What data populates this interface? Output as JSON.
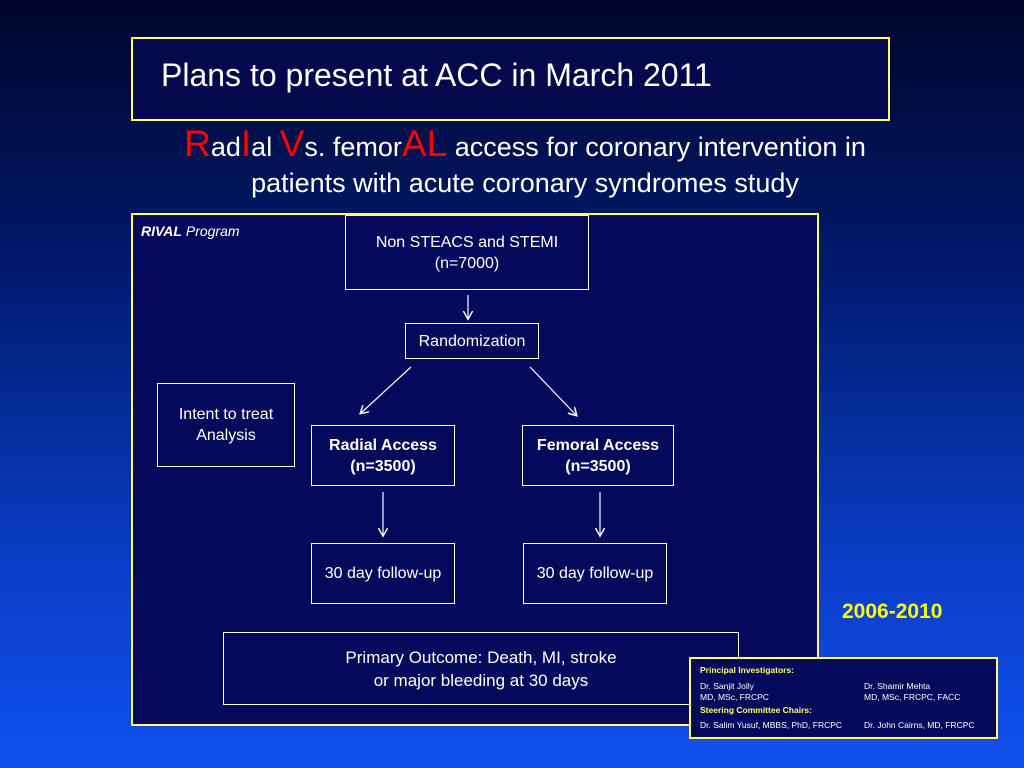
{
  "title": "Plans to present at ACC in March 2011",
  "subtitle": {
    "l1": "R",
    "l2": "ad",
    "l3": "I",
    "l4": "al ",
    "l5": "V",
    "l6": "s. femor",
    "l7": "AL",
    "l8": " access for coronary intervention in",
    "line2": "patients with acute coronary syndromes study"
  },
  "program": {
    "bold": "RIVAL",
    "rest": " Program"
  },
  "flow": {
    "enrollment": "Non STEACS and STEMI\n(n=7000)",
    "randomization": "Randomization",
    "itt": "Intent to treat\nAnalysis",
    "radial": "Radial Access\n(n=3500)",
    "femoral": "Femoral Access\n(n=3500)",
    "radial_followup": "30 day follow-up",
    "femoral_followup": "30 day follow-up",
    "outcome": "Primary Outcome: Death, MI, stroke\nor major bleeding at 30 days"
  },
  "years": "2006-2010",
  "credits": {
    "pi_heading": "Principal Investigators:",
    "pi1_name": "Dr. Sanjit Jolly",
    "pi1_creds": "MD, MSc, FRCPC",
    "pi2_name": "Dr. Shamir Mehta",
    "pi2_creds": "MD, MSc, FRCPC, FACC",
    "sc_heading": "Steering Committee Chairs:",
    "sc1": "Dr. Salim Yusuf, MBBS, PhD, FRCPC",
    "sc2": "Dr. John Cairns, MD, FRCPC"
  },
  "colors": {
    "frame": "#ffff66",
    "accent_red": "#ff0000",
    "years": "#ffff00"
  }
}
